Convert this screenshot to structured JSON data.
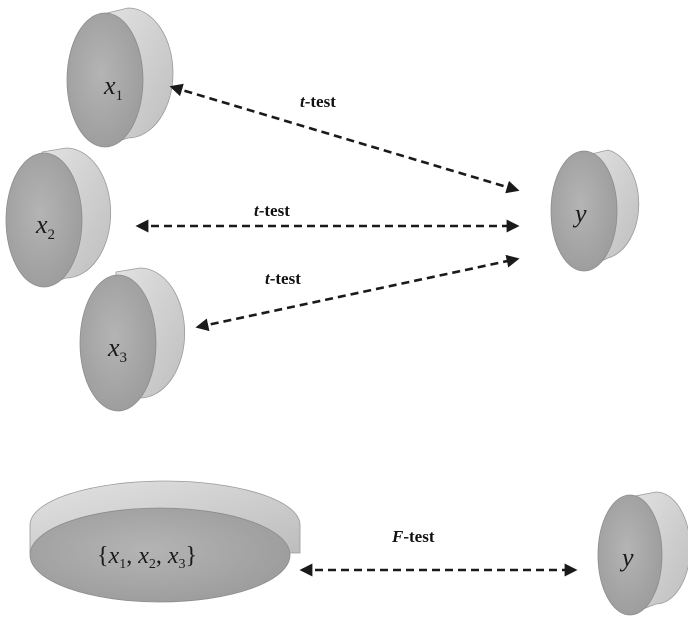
{
  "nodes": {
    "x1": {
      "var": "x",
      "sub": "1"
    },
    "x2": {
      "var": "x",
      "sub": "2"
    },
    "x3": {
      "var": "x",
      "sub": "3"
    },
    "y_top": {
      "var": "y"
    },
    "x_group": {
      "open": "{",
      "parts": [
        {
          "var": "x",
          "sub": "1",
          "sep": ", "
        },
        {
          "var": "x",
          "sub": "2",
          "sep": ", "
        },
        {
          "var": "x",
          "sub": "3",
          "sep": ""
        }
      ],
      "close": "}"
    },
    "y_bottom": {
      "var": "y"
    }
  },
  "edges": {
    "x1_y": {
      "letter": "t",
      "suffix": "-test"
    },
    "x2_y": {
      "letter": "t",
      "suffix": "-test"
    },
    "x3_y": {
      "letter": "t",
      "suffix": "-test"
    },
    "group_y": {
      "letter": "F",
      "suffix": "-test"
    }
  },
  "colors": {
    "shape_face": "#a9a9a9",
    "shape_side": "#d6d6d6",
    "shape_edge": "#8c8c8c",
    "arrow": "#1a1a1a"
  }
}
